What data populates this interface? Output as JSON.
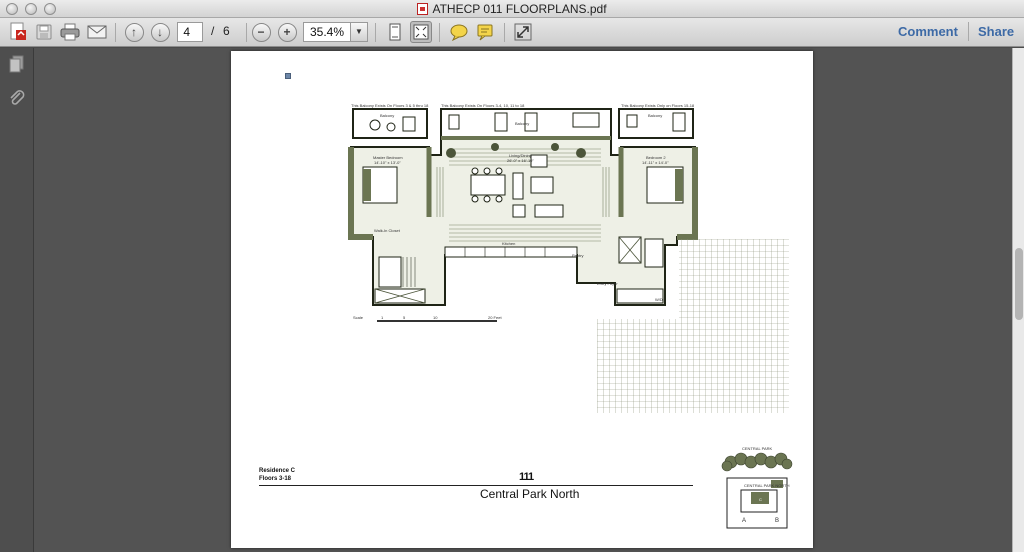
{
  "window": {
    "title": "ATHECP 011 FLOORPLANS.pdf"
  },
  "toolbar": {
    "page_current": "4",
    "page_separator": "/",
    "page_total": "6",
    "zoom": "35.4%",
    "comment_label": "Comment",
    "share_label": "Share"
  },
  "document": {
    "balcony_labels": [
      "Balcony",
      "Balcony",
      "Balcony"
    ],
    "balcony_notes": [
      "This Balcony Exists On Floors 3 & 5 thru 18",
      "This Balcony Exists On Floors 3-4, 10, 11 to 18",
      "This Balcony Exists Only on Floors 15-18"
    ],
    "rooms": {
      "master_bedroom": "Master Bedroom",
      "master_bedroom_size": "14'-10\" x 13'-0\"",
      "living_dining": "Living/Dining",
      "living_dining_size": "26'-0\" x 16'-10\"",
      "bedroom2": "Bedroom 2",
      "bedroom2_size": "14'-11\" x 14'-0\"",
      "walk_in_closet": "Walk-In Closet",
      "kitchen": "Kitchen",
      "pantry": "Pantry",
      "entry_foyer": "Entry Foyer",
      "wd": "W/D"
    },
    "scale_label": "Scale",
    "scale_ticks": [
      "1",
      "5",
      "10",
      "20 Feet"
    ],
    "residence": "Residence C",
    "floors": "Floors 3-18",
    "building_number": "111",
    "building_name": "Central Park North",
    "keyplan_park": "CENTRAL PARK",
    "keyplan_street": "CENTRAL PARK NORTH",
    "keyplan_unit": "C",
    "keyplan_a": "A",
    "keyplan_b": "B"
  },
  "colors": {
    "plan_fill": "#6b7552",
    "plan_dark": "#4c553a",
    "plan_line": "#1f2416",
    "accent_link": "#3d6aa6"
  },
  "icons": [
    "create-pdf-icon",
    "save-icon",
    "print-icon",
    "email-icon",
    "page-up-icon",
    "page-down-icon",
    "zoom-out-icon",
    "zoom-in-icon",
    "fit-page-icon",
    "fit-width-icon",
    "comment-bubble-icon",
    "highlight-icon",
    "expand-icon",
    "pages-panel-icon",
    "attachments-icon"
  ]
}
